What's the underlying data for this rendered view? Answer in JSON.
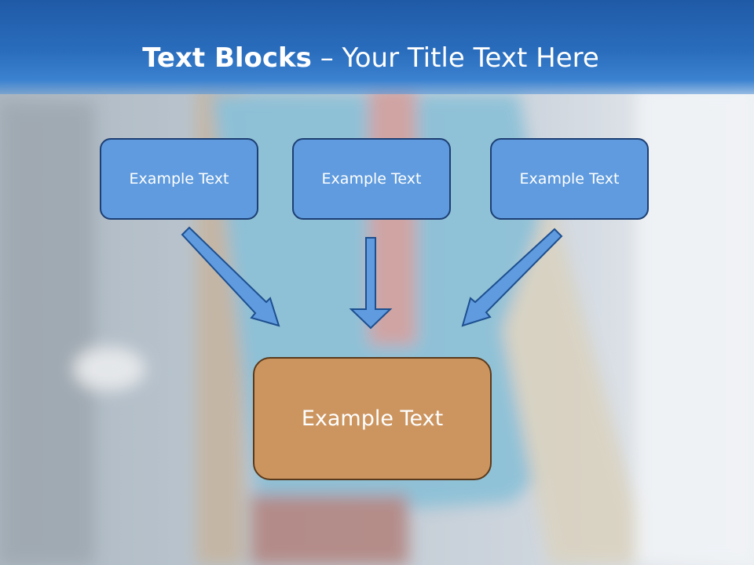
{
  "title": {
    "bold": "Text Blocks",
    "rest": " – Your Title Text Here"
  },
  "blocks": [
    {
      "label": "Example Text"
    },
    {
      "label": "Example Text"
    },
    {
      "label": "Example Text"
    }
  ],
  "result_block": {
    "label": "Example Text"
  },
  "colors": {
    "title_bar": "#2a6dbd",
    "block_fill": "#5f9bde",
    "block_border": "#1d3f73",
    "result_fill": "#cc9560",
    "result_border": "#5a3a1c"
  }
}
